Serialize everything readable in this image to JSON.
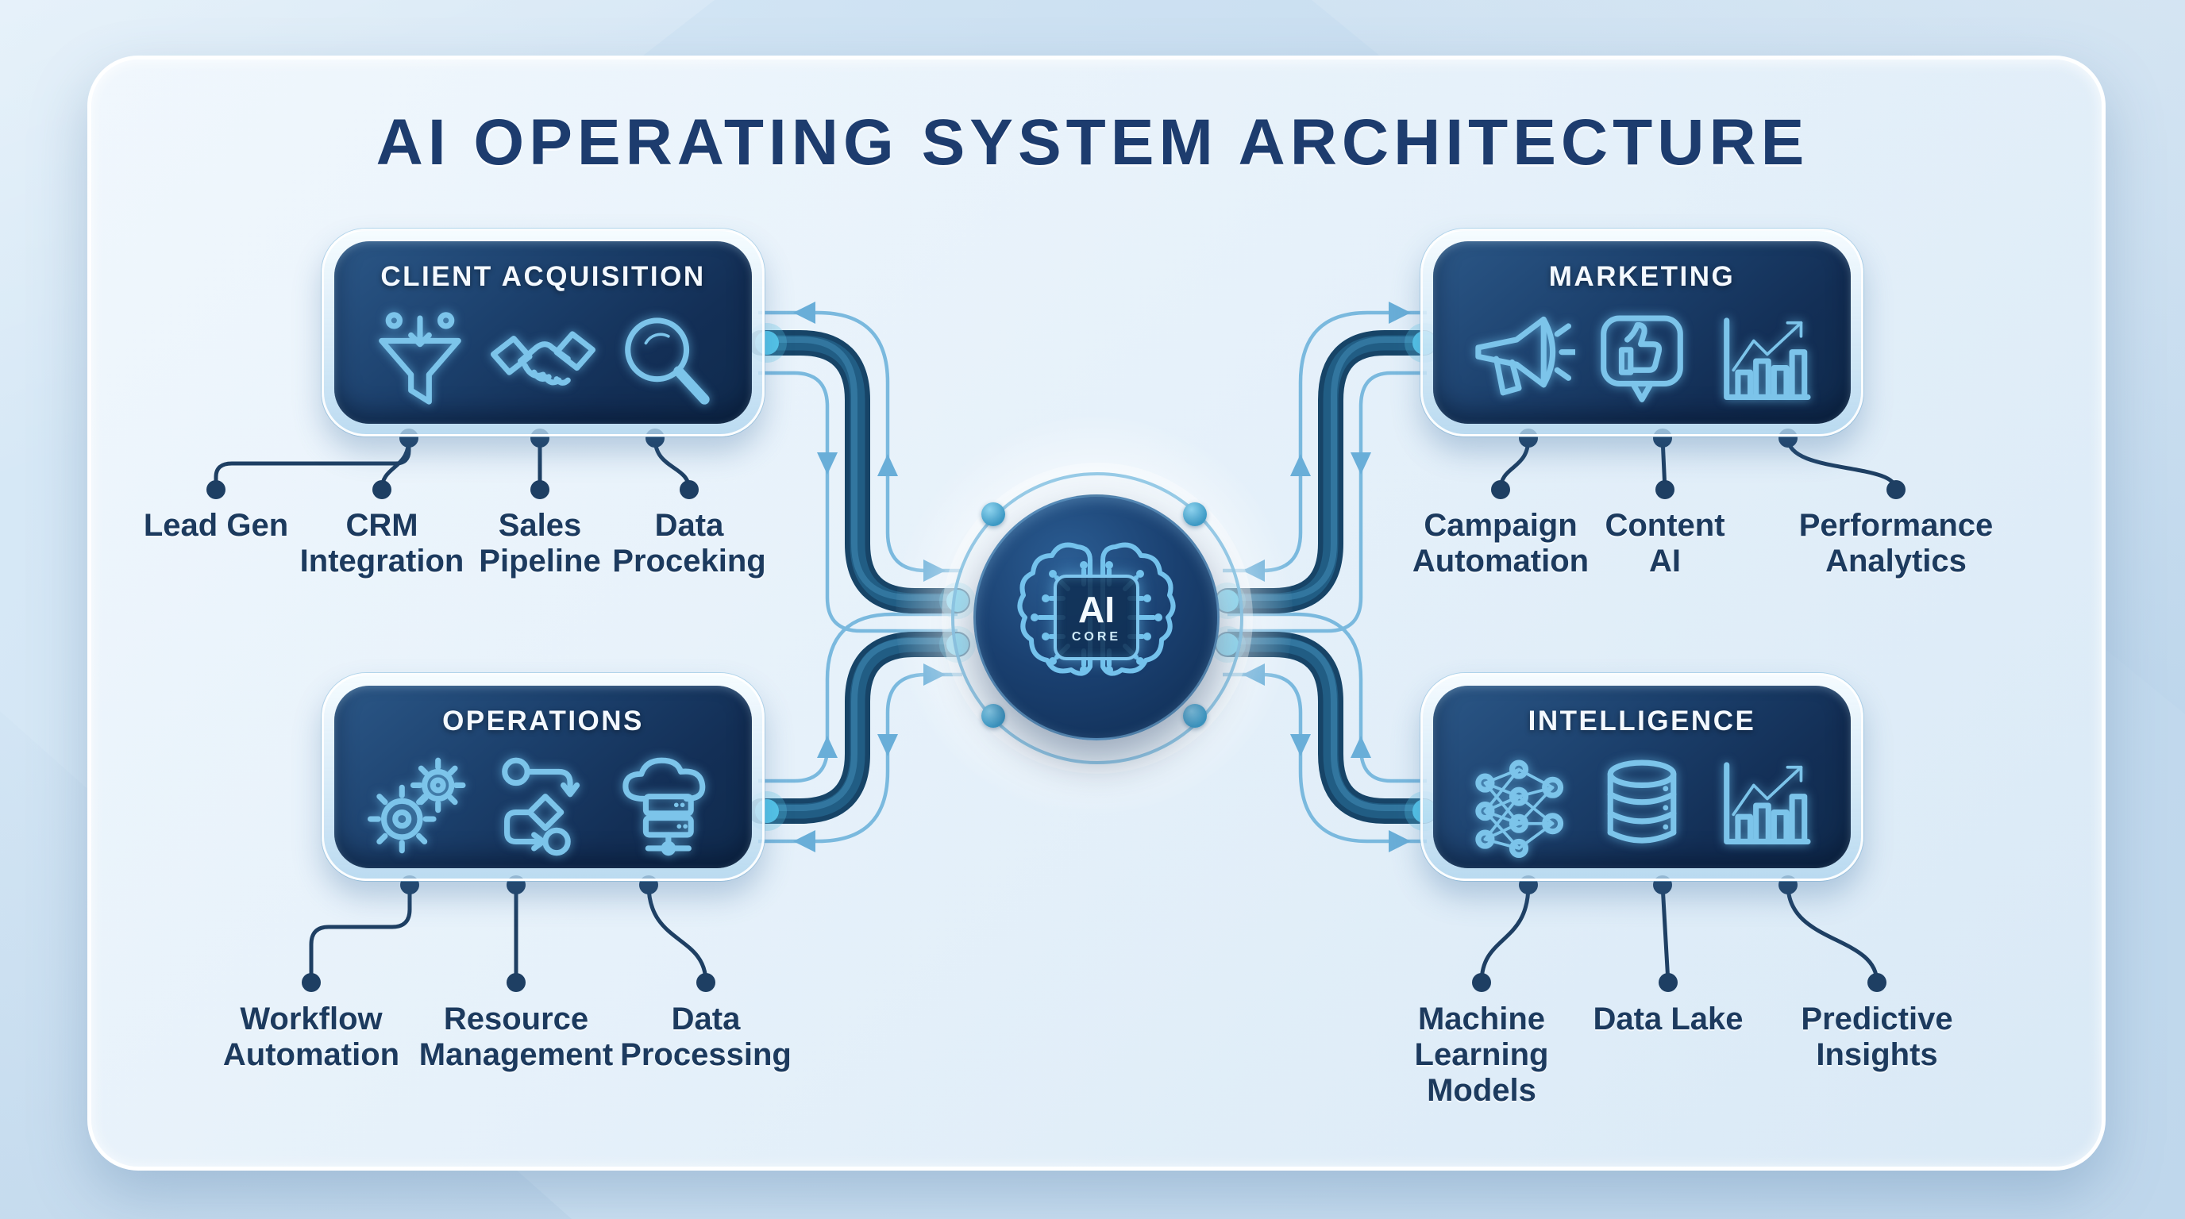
{
  "title": "AI OPERATING SYSTEM ARCHITECTURE",
  "core": {
    "label_top": "AI",
    "label_bottom": "CORE"
  },
  "modules": [
    {
      "id": "client-acquisition",
      "title": "CLIENT ACQUISITION",
      "icons": [
        "funnel-icon",
        "handshake-icon",
        "magnifier-icon"
      ],
      "labels": [
        "Lead Gen",
        "CRM\nIntegration",
        "Sales\nPipeline",
        "Data\nProceking"
      ]
    },
    {
      "id": "marketing",
      "title": "MARKETING",
      "icons": [
        "megaphone-icon",
        "thumbs-up-icon",
        "growth-chart-icon"
      ],
      "labels": [
        "Campaign\nAutomation",
        "Content\nAI",
        "Performance\nAnalytics"
      ]
    },
    {
      "id": "operations",
      "title": "OPERATIONS",
      "icons": [
        "gears-icon",
        "flowchart-icon",
        "cloud-server-icon"
      ],
      "labels": [
        "Workflow\nAutomation",
        "Resource\nManagement",
        "Data\nProcessing"
      ]
    },
    {
      "id": "intelligence",
      "title": "INTELLIGENCE",
      "icons": [
        "neural-network-icon",
        "database-icon",
        "growth-chart-icon"
      ],
      "labels": [
        "Machine\nLearning\nModels",
        "Data Lake",
        "Predictive\nInsights"
      ]
    }
  ],
  "colors": {
    "background": "#cde1f2",
    "panel": "#e6f1fa",
    "box_navy_dark": "#0f2a4c",
    "box_navy_light": "#2b5787",
    "icon_blue": "#7cc4ea",
    "pipe_dark": "#174467",
    "companion_line": "#7ab9de",
    "dot_navy": "#1e3f63",
    "glow_cyan": "#54c5e9",
    "label_text": "#1c3a5e",
    "title_text": "#1d3c6e"
  }
}
